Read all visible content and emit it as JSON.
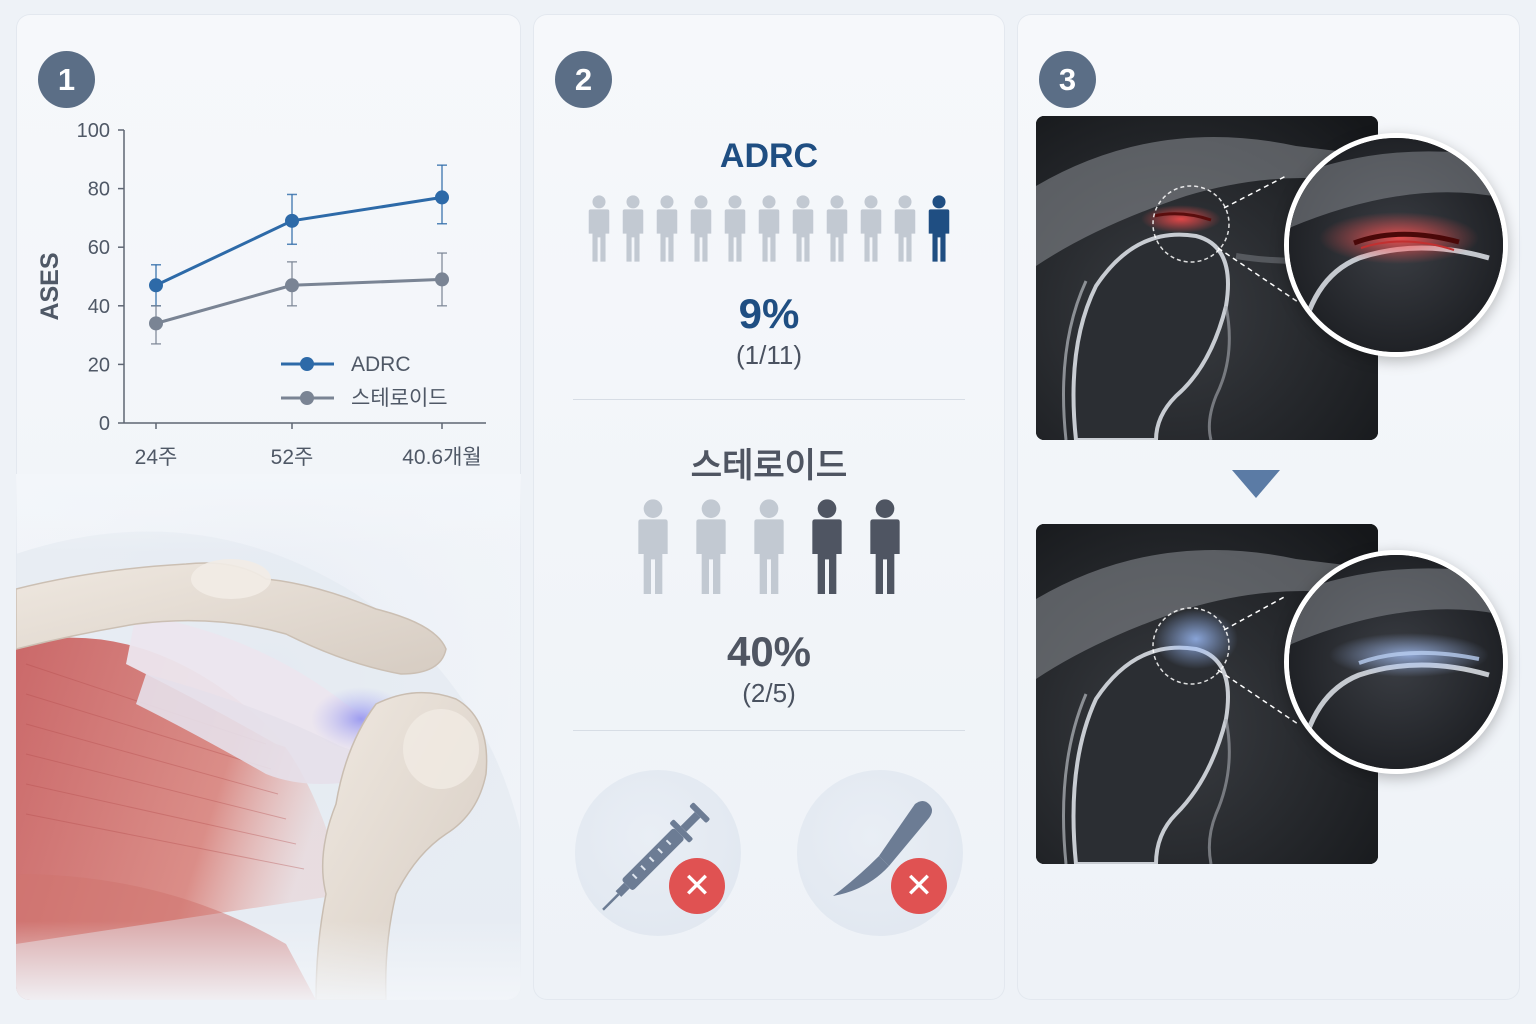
{
  "panels": [
    {
      "badge": "1"
    },
    {
      "badge": "2"
    },
    {
      "badge": "3"
    }
  ],
  "chart_data": {
    "type": "line",
    "ylabel": "ASES",
    "ylim": [
      0,
      100
    ],
    "yticks": [
      0,
      20,
      40,
      60,
      80,
      100
    ],
    "categories": [
      "24주",
      "52주",
      "40.6개월"
    ],
    "legend_position": "bottom-right",
    "series": [
      {
        "name": "ADRC",
        "color": "#2d6aa8",
        "values": [
          47,
          69,
          77
        ],
        "err_low": [
          40,
          61,
          68
        ],
        "err_high": [
          54,
          78,
          88
        ]
      },
      {
        "name": "스테로이드",
        "color": "#7a8494",
        "values": [
          34,
          47,
          49
        ],
        "err_low": [
          27,
          40,
          40
        ],
        "err_high": [
          40,
          55,
          58
        ]
      }
    ]
  },
  "comparison": {
    "adrc": {
      "label": "ADRC",
      "percent": "9%",
      "fraction": "(1/11)",
      "total": 11,
      "highlighted": 1,
      "color": "#1f4e82"
    },
    "steroid": {
      "label": "스테로이드",
      "percent": "40%",
      "fraction": "(2/5)",
      "total": 5,
      "highlighted": 2,
      "color": "#4f5562"
    }
  },
  "icons": {
    "injection": "syringe-icon",
    "surgery": "scalpel-icon",
    "prohibited": "x-mark-icon"
  },
  "colors": {
    "adrc_blue": "#2d6aa8",
    "steroid_gray": "#7a8494",
    "badge": "#5b6e86",
    "x_red": "#e05252",
    "person_light": "#c2c9d2"
  }
}
